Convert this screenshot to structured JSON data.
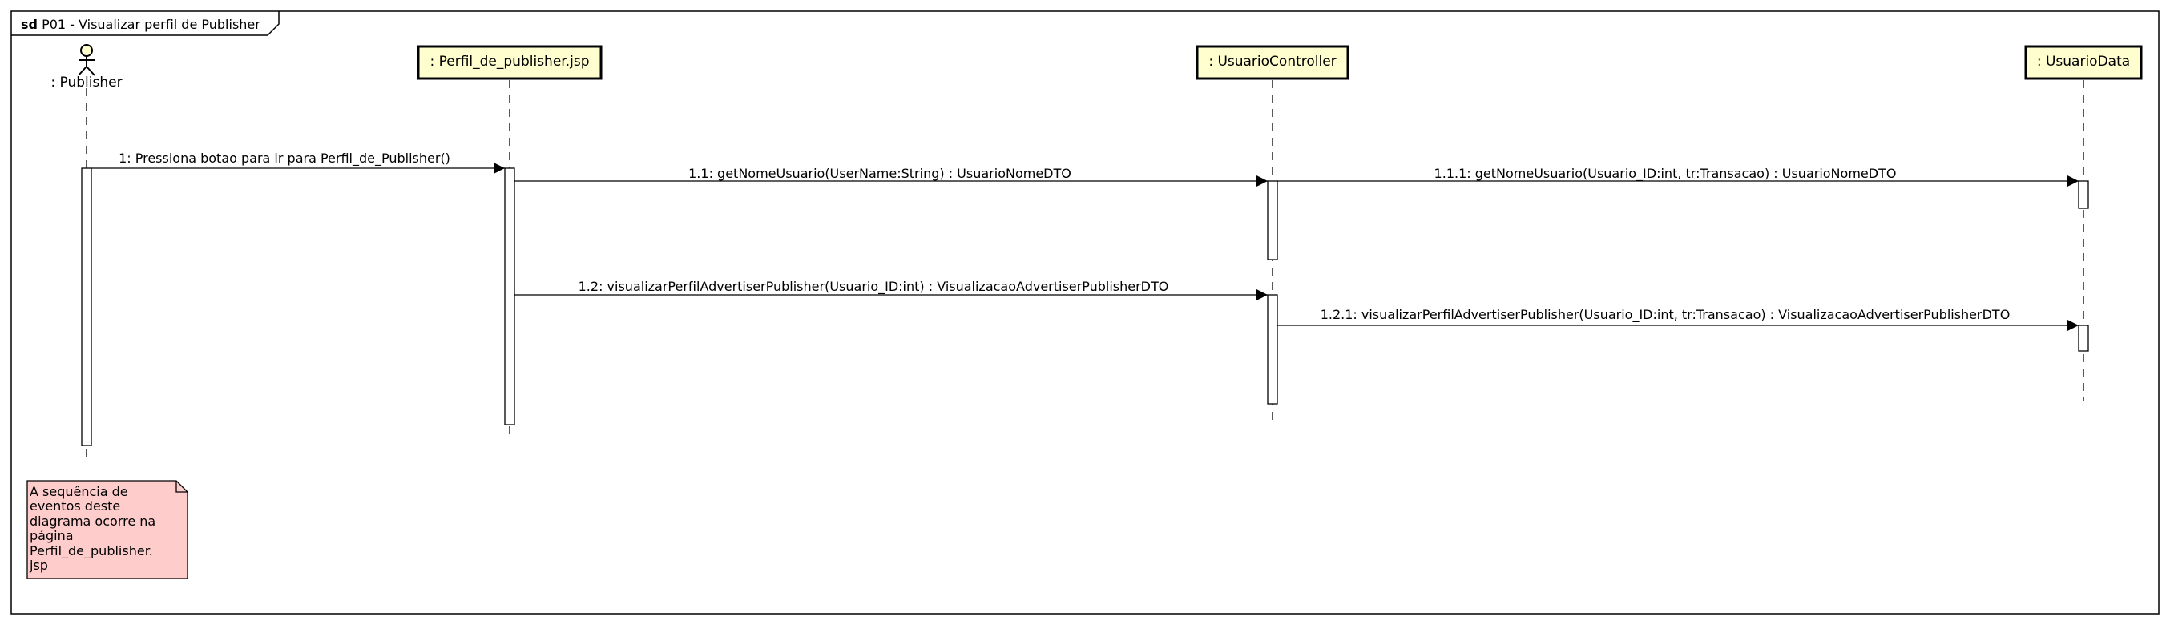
{
  "frame": {
    "keyword": "sd",
    "title": "P01 - Visualizar perfil de Publisher"
  },
  "participants": [
    {
      "kind": "actor",
      "label": ": Publisher"
    },
    {
      "kind": "object",
      "label": ": Perfil_de_publisher.jsp"
    },
    {
      "kind": "object",
      "label": ": UsuarioController"
    },
    {
      "kind": "object",
      "label": ": UsuarioData"
    }
  ],
  "messages": [
    {
      "label": "1: Pressiona botao para ir para Perfil_de_Publisher()"
    },
    {
      "label": "1.1: getNomeUsuario(UserName:String) : UsuarioNomeDTO"
    },
    {
      "label": "1.1.1: getNomeUsuario(Usuario_ID:int, tr:Transacao) : UsuarioNomeDTO"
    },
    {
      "label": "1.2: visualizarPerfilAdvertiserPublisher(Usuario_ID:int) : VisualizacaoAdvertiserPublisherDTO"
    },
    {
      "label": "1.2.1: visualizarPerfilAdvertiserPublisher(Usuario_ID:int, tr:Transacao) : VisualizacaoAdvertiserPublisherDTO"
    }
  ],
  "note": {
    "lines": [
      "A sequência de",
      "eventos deste",
      "diagrama ocorre na",
      "página",
      "Perfil_de_publisher.",
      "jsp"
    ]
  },
  "colors": {
    "object_fill": "#FEFECE",
    "note_fill": "#FFCCCC",
    "stroke": "#000000"
  }
}
